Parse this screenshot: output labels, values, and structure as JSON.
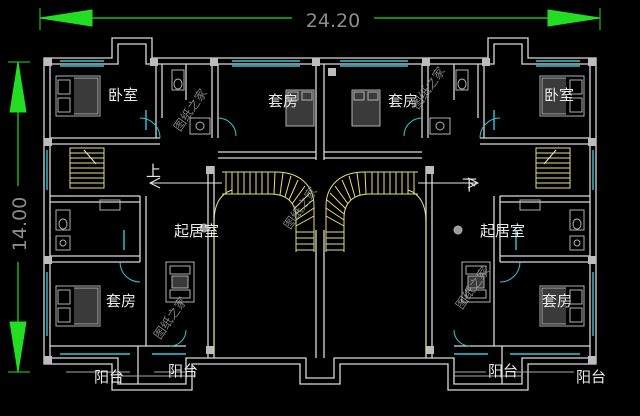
{
  "drawing": {
    "dimensions": {
      "width": "24.20",
      "height": "14.00"
    },
    "rooms": {
      "bedroom_left": "卧室",
      "bedroom_right": "卧室",
      "suite_top_left": "套房",
      "suite_top_right": "套房",
      "suite_bottom_left": "套房",
      "suite_bottom_right": "套房",
      "living_left": "起居室",
      "living_right": "起居室",
      "balcony_1": "阳台",
      "balcony_2": "阳台",
      "balcony_3": "阳台",
      "balcony_4": "阳台"
    },
    "stair_up": "上",
    "stair_down": "下",
    "watermark": "图纸之家",
    "colors": {
      "background": "#000000",
      "wall": "#d9d9d9",
      "dimension": "#22dd22",
      "window": "#33c8d8",
      "stair": "#e2e27a",
      "furniture": "#b0b0b0",
      "text": "#e8e8e8"
    }
  }
}
